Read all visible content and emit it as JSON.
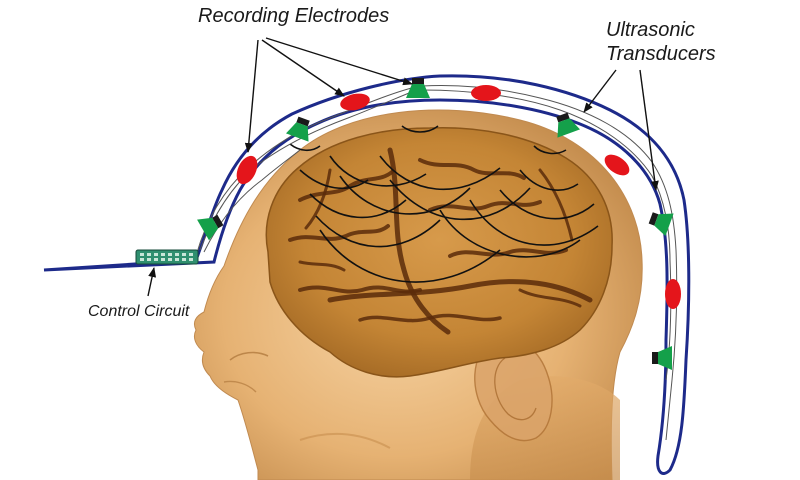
{
  "labels": {
    "recording_electrodes": "Recording Electrodes",
    "ultrasonic_line1": "Ultrasonic",
    "ultrasonic_line2": "Transducers",
    "control_circuit": "Control Circuit"
  },
  "colors": {
    "helmet_outline": "#1d2a8a",
    "electrode": "#e4151b",
    "transducer": "#14a04a",
    "transducer_base": "#1a1a1a",
    "skin": "#e8b77a",
    "brain": "#c98a3d",
    "circuit_board": "#2f8f6f"
  },
  "icons": {
    "electrode": "red-ellipse-electrode-icon",
    "transducer": "green-trapezoid-transducer-icon",
    "circuit": "circuit-board-icon"
  }
}
